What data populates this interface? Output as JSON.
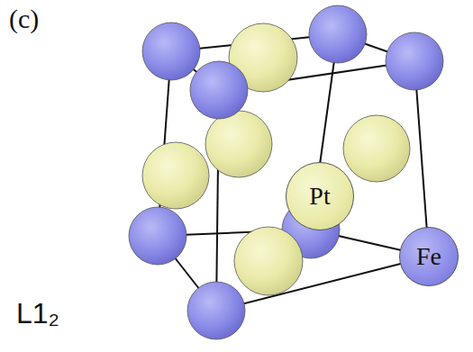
{
  "diagram": {
    "nodes": [
      {
        "text": [
          "Pt"
        ]
      },
      {
        "text": [
          "Fe"
        ]
      }
    ],
    "labels": [
      "(c)",
      "L1₂"
    ]
  }
}
